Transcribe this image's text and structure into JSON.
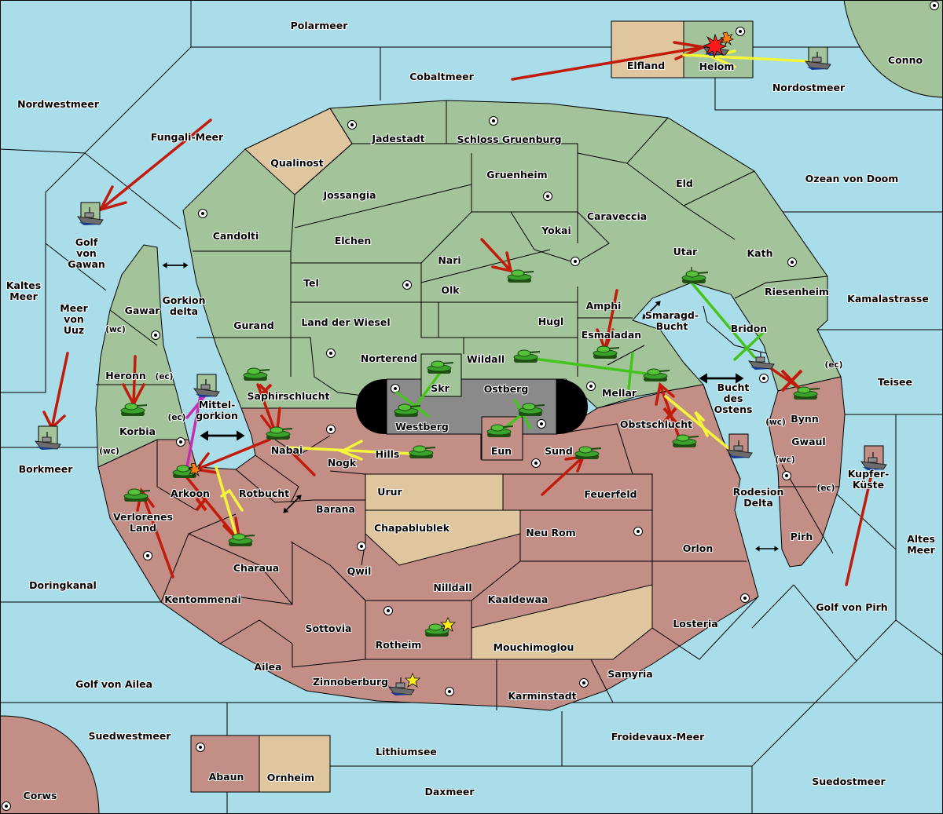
{
  "colors": {
    "sea": "#a8dde9",
    "green_power": "#a3c49a",
    "red_power": "#c28e86",
    "neutral": "#e0c69e",
    "impassable": "#8a8a8a",
    "move_order": "#c21b0b",
    "support_order": "#f5f53a",
    "convoy_order": "#46c41e",
    "retreat_order": "#c52db3"
  },
  "icons": {
    "supply_center": "supply-center-dot-icon",
    "army": "tank-icon",
    "fleet": "warship-icon",
    "built_marker": "star-icon",
    "dislodged": "explosion-icon",
    "bidirectional": "double-arrow-icon"
  },
  "seas": [
    {
      "id": "polarmeer",
      "label": "Polarmeer"
    },
    {
      "id": "cobaltmeer",
      "label": "Cobaltmeer"
    },
    {
      "id": "nordwestmeer",
      "label": "Nordwestmeer"
    },
    {
      "id": "fungali-meer",
      "label": "Fungali-Meer"
    },
    {
      "id": "nordostmeer",
      "label": "Nordostmeer"
    },
    {
      "id": "ozean-von-doom",
      "label": "Ozean von Doom"
    },
    {
      "id": "golf-von-gawan",
      "label": "Golf von Gawan"
    },
    {
      "id": "kaltes-meer",
      "label": "Kaltes Meer"
    },
    {
      "id": "meer-von-uuz",
      "label": "Meer von Uuz"
    },
    {
      "id": "gorkion-delta",
      "label": "Gorkion delta"
    },
    {
      "id": "mittel-gorkion",
      "label": "Mittel- gorkion"
    },
    {
      "id": "rotbucht",
      "label": "Rotbucht"
    },
    {
      "id": "smaragd-bucht",
      "label": "Smaragd- Bucht"
    },
    {
      "id": "bucht-des-ostens",
      "label": "Bucht des Ostens"
    },
    {
      "id": "rodesion-delta",
      "label": "Rodesion Delta"
    },
    {
      "id": "kamalastrasse",
      "label": "Kamalastrasse"
    },
    {
      "id": "teisee",
      "label": "Teisee"
    },
    {
      "id": "kupfer-kueste",
      "label": "Kupfer- Küste"
    },
    {
      "id": "altes-meer",
      "label": "Altes Meer"
    },
    {
      "id": "golf-von-pirh",
      "label": "Golf von Pirh"
    },
    {
      "id": "borkmeer",
      "label": "Borkmeer"
    },
    {
      "id": "doringkanal",
      "label": "Doringkanal"
    },
    {
      "id": "golf-von-ailea",
      "label": "Golf von Ailea"
    },
    {
      "id": "suedwestmeer",
      "label": "Suedwestmeer"
    },
    {
      "id": "lithiumsee",
      "label": "Lithiumsee"
    },
    {
      "id": "daxmeer",
      "label": "Daxmeer"
    },
    {
      "id": "froidevaux-meer",
      "label": "Froidevaux-Meer"
    },
    {
      "id": "suedostmeer",
      "label": "Suedostmeer"
    }
  ],
  "territories": [
    {
      "id": "elfland",
      "label": "Elfland",
      "owner": "neutral"
    },
    {
      "id": "helom",
      "label": "Helom",
      "owner": "green",
      "sc": true
    },
    {
      "id": "conno",
      "label": "Conno",
      "owner": "green",
      "sc": true
    },
    {
      "id": "qualinost",
      "label": "Qualinost",
      "owner": "neutral"
    },
    {
      "id": "jadestadt",
      "label": "Jadestadt",
      "owner": "green",
      "sc": true
    },
    {
      "id": "schloss-gruenburg",
      "label": "Schloss Gruenburg",
      "owner": "green",
      "sc": true
    },
    {
      "id": "gruenheim",
      "label": "Gruenheim",
      "owner": "green",
      "sc": true
    },
    {
      "id": "eld",
      "label": "Eld",
      "owner": "green"
    },
    {
      "id": "jossangia",
      "label": "Jossangia",
      "owner": "green"
    },
    {
      "id": "caraveccia",
      "label": "Caraveccia",
      "owner": "green"
    },
    {
      "id": "candolti",
      "label": "Candolti",
      "owner": "green",
      "sc": true
    },
    {
      "id": "elchen",
      "label": "Elchen",
      "owner": "green"
    },
    {
      "id": "yokai",
      "label": "Yokai",
      "owner": "green",
      "sc": true
    },
    {
      "id": "utar",
      "label": "Utar",
      "owner": "green"
    },
    {
      "id": "kath",
      "label": "Kath",
      "owner": "green",
      "sc": true
    },
    {
      "id": "nari",
      "label": "Nari",
      "owner": "green"
    },
    {
      "id": "tel",
      "label": "Tel",
      "owner": "green",
      "sc": true
    },
    {
      "id": "olk",
      "label": "Olk",
      "owner": "green"
    },
    {
      "id": "riesenheim",
      "label": "Riesenheim",
      "owner": "green"
    },
    {
      "id": "amphi",
      "label": "Amphi",
      "owner": "green"
    },
    {
      "id": "gawar",
      "label": "Gawar",
      "owner": "green",
      "sc": true
    },
    {
      "id": "gurand",
      "label": "Gurand",
      "owner": "green"
    },
    {
      "id": "land-der-wiesel",
      "label": "Land der Wiesel",
      "owner": "green"
    },
    {
      "id": "hugl",
      "label": "Hugl",
      "owner": "green"
    },
    {
      "id": "esmaladan",
      "label": "Esmaladan",
      "owner": "green"
    },
    {
      "id": "bridon",
      "label": "Bridon",
      "owner": "green",
      "sc": true
    },
    {
      "id": "norterend",
      "label": "Norterend",
      "owner": "green",
      "sc": true
    },
    {
      "id": "wildall",
      "label": "Wildall",
      "owner": "green"
    },
    {
      "id": "heronn",
      "label": "Heronn",
      "owner": "green"
    },
    {
      "id": "skr",
      "label": "Skr",
      "owner": "green"
    },
    {
      "id": "mellar",
      "label": "Mellar",
      "owner": "green",
      "sc": true
    },
    {
      "id": "korbia",
      "label": "Korbia",
      "owner": "green"
    },
    {
      "id": "westberg",
      "label": "Westberg",
      "owner": "impassable",
      "sc": true
    },
    {
      "id": "ostberg",
      "label": "Ostberg",
      "owner": "impassable",
      "sc": true
    },
    {
      "id": "saphirschlucht",
      "label": "Saphirschlucht",
      "owner": "green"
    },
    {
      "id": "obstschlucht",
      "label": "Obstschlucht",
      "owner": "red"
    },
    {
      "id": "bynn",
      "label": "Bynn",
      "owner": "red"
    },
    {
      "id": "nabai",
      "label": "Nabai",
      "owner": "red",
      "sc": true
    },
    {
      "id": "eun",
      "label": "Eun",
      "owner": "red"
    },
    {
      "id": "sund",
      "label": "Sund",
      "owner": "red",
      "sc": true
    },
    {
      "id": "gwaul",
      "label": "Gwaul",
      "owner": "red"
    },
    {
      "id": "hills",
      "label": "Hills",
      "owner": "red"
    },
    {
      "id": "nogk",
      "label": "Nogk",
      "owner": "red"
    },
    {
      "id": "arkoon",
      "label": "Arkoon",
      "owner": "red",
      "sc": true
    },
    {
      "id": "urur",
      "label": "Urur",
      "owner": "neutral"
    },
    {
      "id": "feuerfeld",
      "label": "Feuerfeld",
      "owner": "red"
    },
    {
      "id": "verlorenes-land",
      "label": "Verlorenes Land",
      "owner": "red"
    },
    {
      "id": "barana",
      "label": "Barana",
      "owner": "red"
    },
    {
      "id": "pirh",
      "label": "Pirh",
      "owner": "red",
      "sc": true
    },
    {
      "id": "chapablublek",
      "label": "Chapablublek",
      "owner": "neutral"
    },
    {
      "id": "neu-rom",
      "label": "Neu Rom",
      "owner": "red",
      "sc": true
    },
    {
      "id": "orlon",
      "label": "Orlon",
      "owner": "red"
    },
    {
      "id": "charaua",
      "label": "Charaua",
      "owner": "red"
    },
    {
      "id": "qwil",
      "label": "Qwil",
      "owner": "red",
      "sc": true
    },
    {
      "id": "nilldall",
      "label": "Nilldall",
      "owner": "red"
    },
    {
      "id": "kentommenai",
      "label": "Kentommenai",
      "owner": "red",
      "sc": true
    },
    {
      "id": "kaaldewaa",
      "label": "Kaaldewaa",
      "owner": "red"
    },
    {
      "id": "losteria",
      "label": "Losteria",
      "owner": "red",
      "sc": true
    },
    {
      "id": "sottovia",
      "label": "Sottovia",
      "owner": "red"
    },
    {
      "id": "rotheim",
      "label": "Rotheim",
      "owner": "red",
      "sc": true
    },
    {
      "id": "mouchimoglou",
      "label": "Mouchimoglou",
      "owner": "neutral"
    },
    {
      "id": "ailea",
      "label": "Ailea",
      "owner": "red"
    },
    {
      "id": "samyria",
      "label": "Samyria",
      "owner": "red"
    },
    {
      "id": "zinnoberburg",
      "label": "Zinnoberburg",
      "owner": "red",
      "sc": true
    },
    {
      "id": "karminstadt",
      "label": "Karminstadt",
      "owner": "red",
      "sc": true
    },
    {
      "id": "abaun",
      "label": "Abaun",
      "owner": "red",
      "sc": true
    },
    {
      "id": "ornheim",
      "label": "Ornheim",
      "owner": "neutral"
    },
    {
      "id": "corws",
      "label": "Corws",
      "owner": "red",
      "sc": true
    }
  ],
  "coast_labels": [
    "(wc)",
    "(ec)",
    "(ec)",
    "(wc)",
    "(ec)",
    "(wc)",
    "(wc)",
    "(ec)"
  ],
  "units": [
    {
      "type": "fleet",
      "location": "Golf von Gawan",
      "owner": "green"
    },
    {
      "type": "fleet",
      "location": "Borkmeer",
      "owner": "green"
    },
    {
      "type": "fleet",
      "location": "Nordostmeer",
      "owner": "green"
    },
    {
      "type": "fleet",
      "location": "Helom",
      "owner": "green",
      "dislodged": true
    },
    {
      "type": "fleet",
      "location": "Mittel-gorkion",
      "owner": "green"
    },
    {
      "type": "army",
      "location": "Nari",
      "owner": "green"
    },
    {
      "type": "army",
      "location": "Utar",
      "owner": "green"
    },
    {
      "type": "army",
      "location": "Esmaladan",
      "owner": "green"
    },
    {
      "type": "army",
      "location": "Wildall",
      "owner": "green"
    },
    {
      "type": "army",
      "location": "Mellar",
      "owner": "green"
    },
    {
      "type": "fleet",
      "location": "Bridon",
      "owner": "green"
    },
    {
      "type": "army",
      "location": "Skr",
      "owner": "green"
    },
    {
      "type": "army",
      "location": "Westberg",
      "owner": "green"
    },
    {
      "type": "army",
      "location": "Ostberg",
      "owner": "green"
    },
    {
      "type": "army",
      "location": "Eun",
      "owner": "red"
    },
    {
      "type": "army",
      "location": "Korbia",
      "owner": "green"
    },
    {
      "type": "army",
      "location": "Saphirschlucht",
      "owner": "green"
    },
    {
      "type": "army",
      "location": "Nabai",
      "owner": "red"
    },
    {
      "type": "army",
      "location": "Hills",
      "owner": "red"
    },
    {
      "type": "army",
      "location": "Sund",
      "owner": "red"
    },
    {
      "type": "army",
      "location": "Arkoon",
      "owner": "red",
      "dislodged": true
    },
    {
      "type": "army",
      "location": "Verlorenes Land",
      "owner": "red"
    },
    {
      "type": "army",
      "location": "Charaua",
      "owner": "red"
    },
    {
      "type": "army",
      "location": "Obstschlucht",
      "owner": "red"
    },
    {
      "type": "army",
      "location": "Bynn",
      "owner": "red"
    },
    {
      "type": "fleet",
      "location": "Bucht des Ostens",
      "owner": "red"
    },
    {
      "type": "fleet",
      "location": "Kupfer-Küste",
      "owner": "red"
    },
    {
      "type": "army",
      "location": "Rotheim",
      "owner": "red",
      "built": true
    },
    {
      "type": "fleet",
      "location": "Zinnoberburg",
      "owner": "red",
      "built": true
    }
  ]
}
